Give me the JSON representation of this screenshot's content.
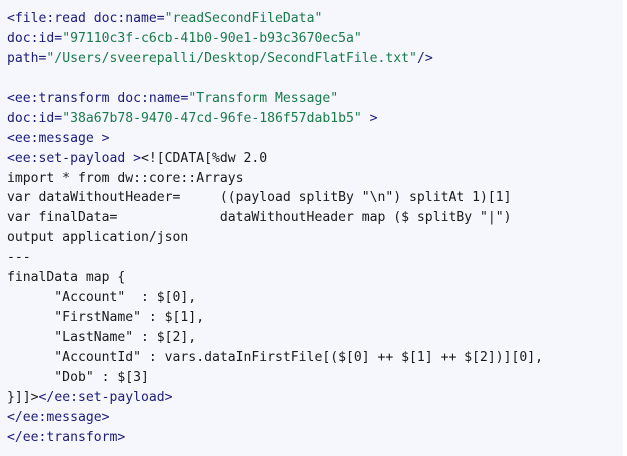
{
  "colors": {
    "background": "#f6f7fd",
    "tag": "#1c1c7a",
    "string": "#1a7a4a",
    "code": "#1a1a1a"
  },
  "lines": [
    [
      {
        "t": "tag",
        "v": "<file:read "
      },
      {
        "t": "attr",
        "v": "doc:name="
      },
      {
        "t": "str",
        "v": "\"readSecondFileData\""
      }
    ],
    [
      {
        "t": "attr",
        "v": "doc:id="
      },
      {
        "t": "str",
        "v": "\"97110c3f-c6cb-41b0-90e1-b93c3670ec5a\""
      }
    ],
    [
      {
        "t": "attr",
        "v": "path="
      },
      {
        "t": "str",
        "v": "\"/Users/sveerepalli/Desktop/SecondFlatFile.txt\""
      },
      {
        "t": "tag",
        "v": "/>"
      }
    ],
    [],
    [
      {
        "t": "tag",
        "v": "<ee:transform "
      },
      {
        "t": "attr",
        "v": "doc:name="
      },
      {
        "t": "str",
        "v": "\"Transform Message\""
      }
    ],
    [
      {
        "t": "attr",
        "v": "doc:id="
      },
      {
        "t": "str",
        "v": "\"38a67b78-9470-47cd-96fe-186f57dab1b5\""
      },
      {
        "t": "tag",
        "v": " >"
      }
    ],
    [
      {
        "t": "tag",
        "v": "<ee:message >"
      }
    ],
    [
      {
        "t": "tag",
        "v": "<ee:set-payload >"
      },
      {
        "t": "code",
        "v": "<![CDATA[%dw 2.0"
      }
    ],
    [
      {
        "t": "code",
        "v": "import * from dw::core::Arrays"
      }
    ],
    [
      {
        "t": "code",
        "v": "var dataWithoutHeader=     ((payload splitBy \"\\n\") splitAt 1)[1]"
      }
    ],
    [
      {
        "t": "code",
        "v": "var finalData=             dataWithoutHeader map ($ splitBy \"|\")"
      }
    ],
    [
      {
        "t": "code",
        "v": "output application/json"
      }
    ],
    [
      {
        "t": "code",
        "v": "---"
      }
    ],
    [
      {
        "t": "code",
        "v": "finalData map {"
      }
    ],
    [
      {
        "t": "code",
        "v": "      \"Account\"  : $[0],"
      }
    ],
    [
      {
        "t": "code",
        "v": "      \"FirstName\" : $[1],"
      }
    ],
    [
      {
        "t": "code",
        "v": "      \"LastName\" : $[2],"
      }
    ],
    [
      {
        "t": "code",
        "v": "      \"AccountId\" : vars.dataInFirstFile[($[0] ++ $[1] ++ $[2])][0],"
      }
    ],
    [
      {
        "t": "code",
        "v": "      \"Dob\" : $[3]"
      }
    ],
    [
      {
        "t": "code",
        "v": "}]]>"
      },
      {
        "t": "tag",
        "v": "</ee:set-payload>"
      }
    ],
    [
      {
        "t": "tag",
        "v": "</ee:message>"
      }
    ],
    [
      {
        "t": "tag",
        "v": "</ee:transform>"
      }
    ]
  ]
}
